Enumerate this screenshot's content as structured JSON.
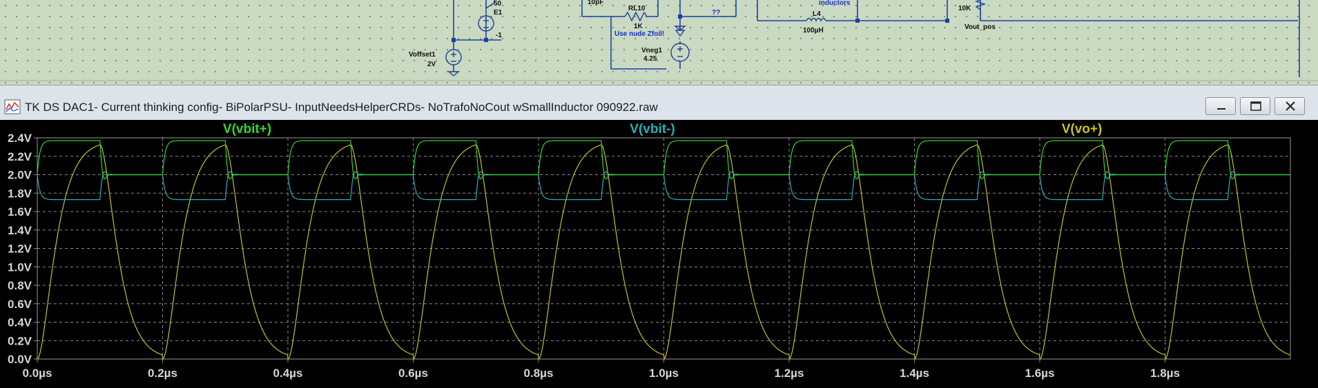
{
  "schematic": {
    "labels": {
      "e1_value": "50",
      "e1_name": "E1",
      "e1_gain": "-1",
      "voffset_name": "Voffset1",
      "voffset_value": "2V",
      "cap_value": "10pF",
      "rl_name": "RL10",
      "rl_value": "1K",
      "rl_note": "Use nude Zfoil!",
      "vneg_name": "Vneg1",
      "vneg_value": "4.25",
      "unknown": "??",
      "inductors_note": "inductors",
      "l4_name": "L4",
      "l4_value": "100µH",
      "r_out_value": "10K",
      "vout_label": "Vout_pos"
    }
  },
  "window": {
    "title": "TK DS DAC1- Current thinking config- BiPolarPSU- InputNeedsHelperCRDs- NoTrafoNoCout wSmallInductor 090922.raw",
    "icons": {
      "app": "waveform-app-icon",
      "minimize": "minimize-icon",
      "maximize": "maximize-icon",
      "close": "close-icon"
    }
  },
  "colors": {
    "plot_bg": "#000000",
    "grid": "#8c8c8c",
    "axis_text": "#d6d6d6",
    "trace_vbit_pos": "#34d72f",
    "trace_vbit_neg": "#20b3b6",
    "trace_vo_pos": "#c9c225"
  },
  "chart_data": {
    "type": "line",
    "title": "",
    "xlabel": "",
    "ylabel": "",
    "xlim": [
      0,
      2.0
    ],
    "ylim": [
      0,
      2.4
    ],
    "x_ticks": [
      "0.0µs",
      "0.2µs",
      "0.4µs",
      "0.6µs",
      "0.8µs",
      "1.0µs",
      "1.2µs",
      "1.4µs",
      "1.6µs",
      "1.8µs"
    ],
    "y_ticks": [
      "0.0V",
      "0.2V",
      "0.4V",
      "0.6V",
      "0.8V",
      "1.0V",
      "1.2V",
      "1.4V",
      "1.6V",
      "1.8V",
      "2.0V",
      "2.2V",
      "2.4V"
    ],
    "grid": true,
    "legend_position": "top",
    "period_us": 0.2,
    "pulse_width_us": 0.1,
    "series": [
      {
        "name": "V(vbit+)",
        "high": 2.37,
        "low": 2.0
      },
      {
        "name": "V(vbit-)",
        "high": 2.0,
        "low": 1.73
      },
      {
        "name": "V(vo+)",
        "high": 2.37,
        "low": 0.0
      }
    ]
  }
}
